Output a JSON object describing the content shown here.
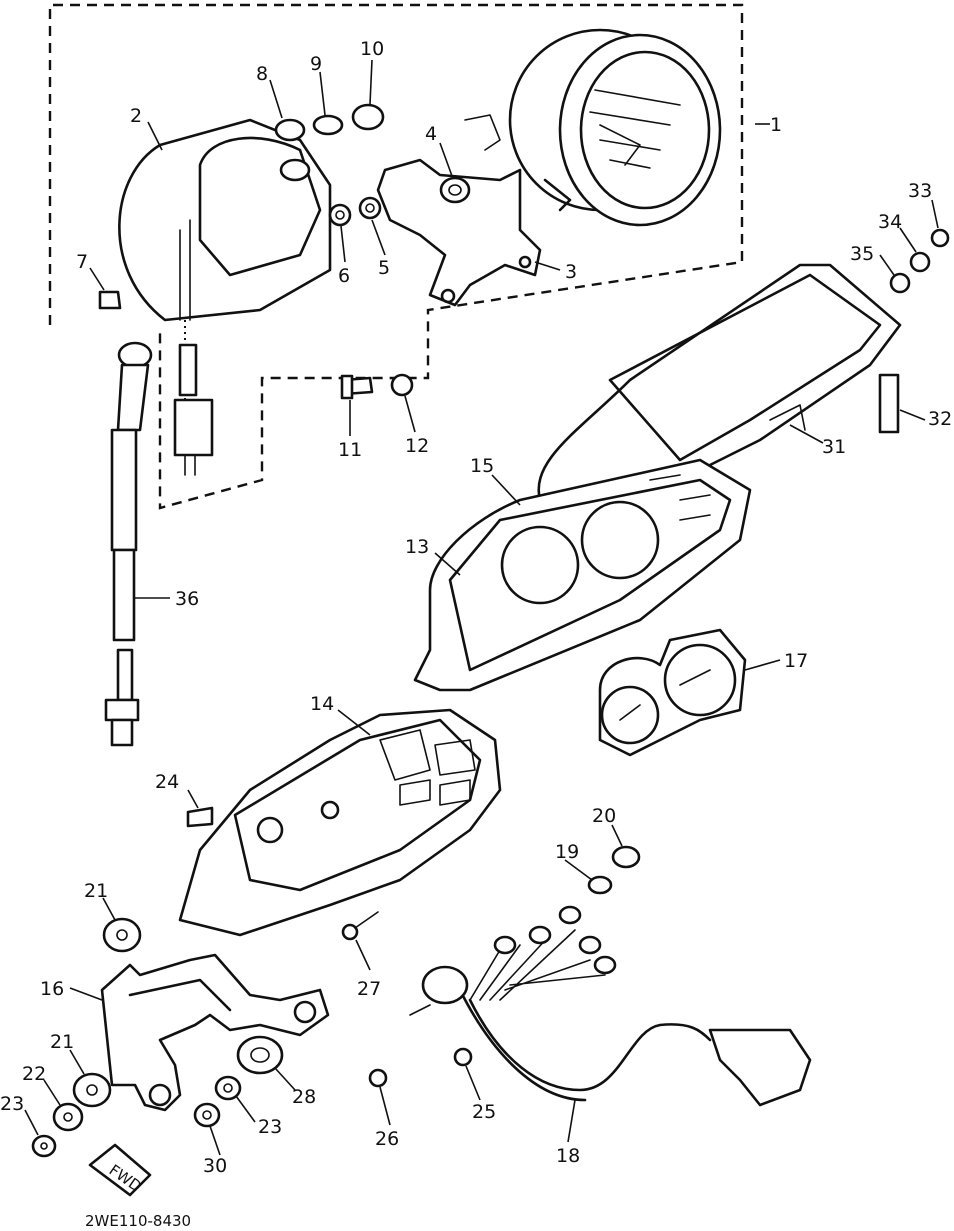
{
  "diagram": {
    "code": "2WE110-8430",
    "fwd_label": "FWD",
    "labels": {
      "l1": "1",
      "l2": "2",
      "l3": "3",
      "l4": "4",
      "l5": "5",
      "l6": "6",
      "l7": "7",
      "l8": "8",
      "l9": "9",
      "l10": "10",
      "l11": "11",
      "l12": "12",
      "l13": "13",
      "l14": "14",
      "l15": "15",
      "l16": "16",
      "l17": "17",
      "l18": "18",
      "l19": "19",
      "l20": "20",
      "l21a": "21",
      "l21b": "21",
      "l22": "22",
      "l23a": "23",
      "l23b": "23",
      "l24": "24",
      "l25": "25",
      "l26": "26",
      "l27": "27",
      "l28": "28",
      "l30": "30",
      "l31": "31",
      "l32": "32",
      "l33": "33",
      "l34": "34",
      "l35": "35",
      "l36": "36"
    }
  }
}
